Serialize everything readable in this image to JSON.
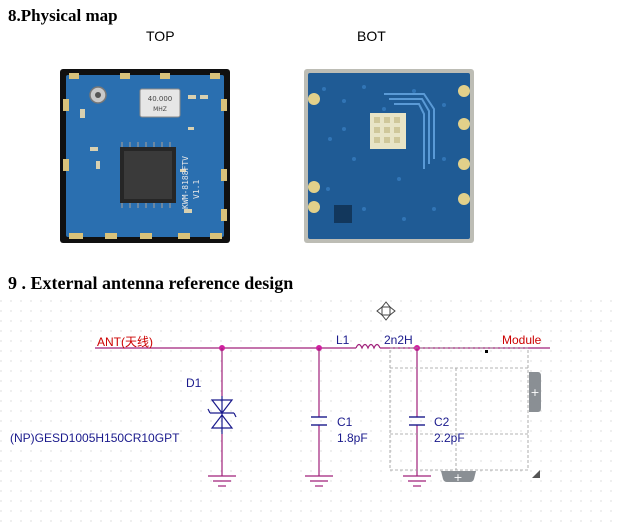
{
  "physical_map": {
    "heading": "8.Physical map",
    "top_label": "TOP",
    "bot_label": "BOT",
    "chip_markings": {
      "crystal": [
        "40.000",
        "MHZ"
      ],
      "ic_side": [
        "KWM-8188FTV",
        "V1.1"
      ]
    }
  },
  "antenna_design": {
    "heading": "9 . External antenna reference design",
    "ant_label": "ANT(天线)",
    "module_label": "Module",
    "d1_label": "D1",
    "d1_part": "(NP)GESD1005H150CR10GPT",
    "l1_label": "L1",
    "l1_value": "2n2H",
    "c1_label": "C1",
    "c1_value": "1.8pF",
    "c2_label": "C2",
    "c2_value": "2.2pF"
  },
  "colors": {
    "pcb_blue": "#2a6fb0",
    "pcb_dark": "#1f5b95",
    "wire_magenta": "#a0207a",
    "net_red": "#cc0000",
    "schematic_text": "#1a1a8c"
  }
}
